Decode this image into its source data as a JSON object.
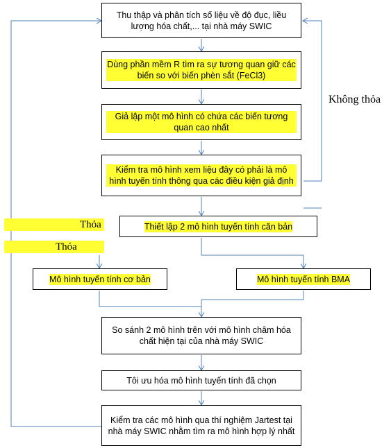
{
  "steps": {
    "s1": "Thu thập và phân tích số liệu về độ đục, liều lượng hóa chất,... tại nhà máy SWIC",
    "s2": "Dùng phần mềm R tìm ra sự tương quan giữ các biến so với biến phèn sắt (FeCl3)",
    "s3": "Giả lập một mô hình có chứa các biến tương quan cao nhất",
    "s4": "Kiểm tra mô hình xem liệu đây có phải là mô hình tuyến tính thông qua các điều kiện giả định",
    "s5": "Thiết lập 2 mô hình tuyến tính căn bản",
    "s6a": "Mô hình tuyến tính cơ bản",
    "s6b": "Mô hình tuyến tính BMA",
    "s7": "So sánh 2 mô hình trên với mô hình châm hóa chất hiện tại của nhà máy SWIC",
    "s8": "Tôi ưu hóa mô hình tuyến tính đã chọn",
    "s9": "Kiểm tra các mô hình qua thí nghiệm Jartest tại nhà máy SWIC nhằm tìm ra mô hình hợp lý nhất"
  },
  "labels": {
    "khong_thoa": "Không thỏa",
    "thoa_1": "Thỏa",
    "thoa_2": "Thỏa"
  },
  "colors": {
    "arrow": "#4f81bd",
    "highlight": "#ffff33"
  }
}
